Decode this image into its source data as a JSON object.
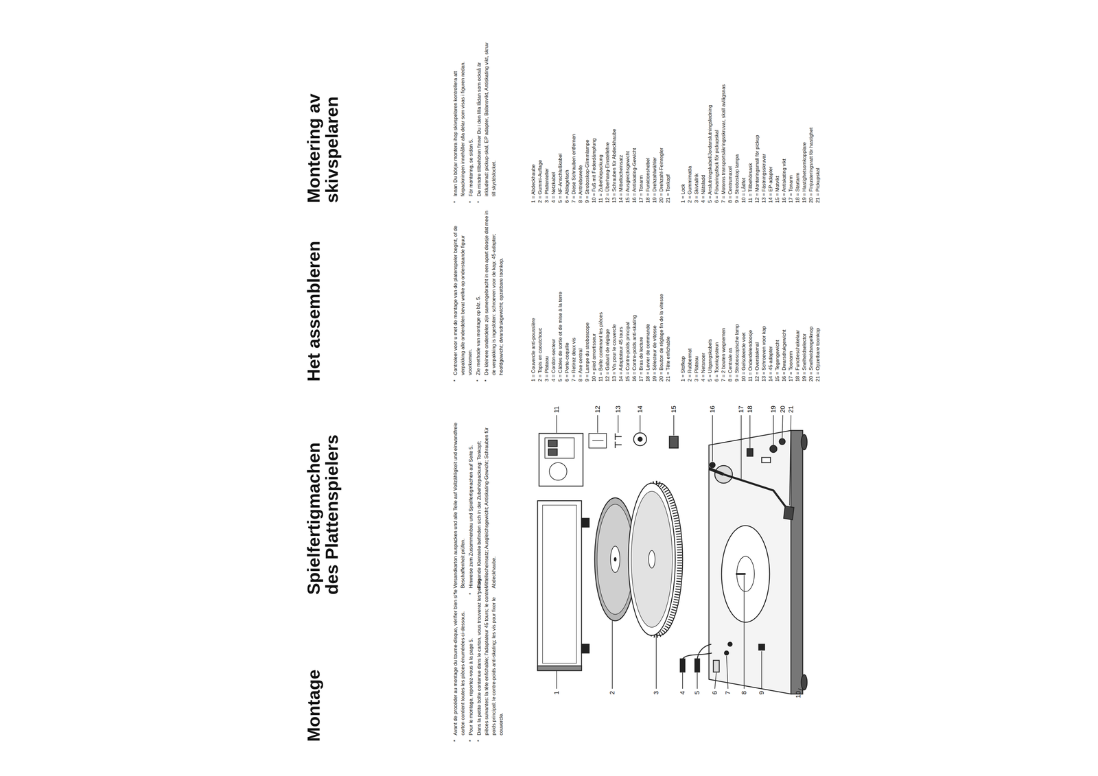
{
  "diagram": {
    "labels": [
      "Montage",
      "*",
      "Avant de procéder au montage du tourne-disque, vérifier bien si le carton contient toutes les pièces énumérées ci-dessous.",
      "*",
      "Pour le montage, reportez-vous à la page 5.",
      "*",
      "Dans la petite boîte contenue dans le carton, vous trouverez les petites pièces suivantes: la tête enfichable; l'adaptateur 45 tours; le contre-poids principal; le contre-poids anti-skating; les vis pour fixer le couvercle.",
      "Spielfertigmachen des Plattenspielers",
      "*",
      "Versandkarton auspacken und alle Teile auf Vollzähligkeit und einwandfreie Beschaffenheit prüfen.",
      "*",
      "Hinweise zum Zusammenbau und Spielfertigmachen auf Seite 5.",
      "*",
      "Folgende Kleinteile befinden sich in der Zubehörpackung: Tonkopf; Mittellocheinsatz; Ausgleichsgewicht; Antiskating-Gewicht; Schrauben für Abdeckhaube.",
      "Het assembleren",
      "*",
      "Controleer voor u met de montage van de platenspeler begint, of de verpakking alle onderdelen bevat welke op onderstaande figuur voorkomen.",
      "*",
      "Zie methode van montage op blz. 5.",
      "*",
      "De kleinere onderdelen zijn samengebracht in een apart doosje dat mee in de verpakking is ingesloten: schroeven voor de kap; 45-adapter; hoofdgewicht; dwarsdrukgewicht; opzetbare toonkop.",
      "Montering av skivspelaren",
      "*",
      "Innan Du börjar montera ihop skivspelaren kontrollera att förpackningen innehåller alla delar som visas i figuren nedan.",
      "*",
      "För montering, se sidan 5.",
      "*",
      "De mindre tillbehören finner Du i den lilla lådan som också är inkluderad: pickup-skal, EP adapter, Balansvikt, Antiskating vikt, skruv till skyddslocket.",
      "1 = Couvercle anti-poussière",
      "2 = Tapis en caoutchouc",
      "3 = Plateau",
      "4 = Cordon-secteur",
      "5 = Câbles de sortie et de mise à la terre",
      "6 = Porte-coquille",
      "7 = Retirez deux vis",
      "8 = Axe central",
      "9 = Lampe du stroboscope",
      "10 = pied amortisseur",
      "11 = Boîte contenant les pièces",
      "12 = Gabarit de réglage",
      "13 = Vis pour le couvercle",
      "14 = Adaptateur 45 tours",
      "15 = Contre-poids principal",
      "16 = Contre-poids anti-skating",
      "17 = Bras de lecture",
      "18 = Levier de commande",
      "19 = Sélecteur de vitesse",
      "20 = Bouton de réglage fin de la vitesse",
      "21 = Tête enfichable",
      "1 = Stofkap",
      "2 = Rubbermat",
      "3 = Plateau",
      "4 = Netsnoer",
      "5 = Uitgangskabels",
      "6 = Toonkopsteun",
      "7 = 2 bouten wegnemen",
      "8 = Centrale as",
      "9 = Stroboscopische lamp",
      "10 = Geïsoleerde voet",
      "11 = Onderdelendoosje",
      "12 = Overstekmal",
      "13 = Schroeven voor kap",
      "14 = 45-adapter",
      "15 = Tegengewicht",
      "16 = Dwarsdrukgewicht",
      "17 = Toonarm",
      "18 = Functieschakelaar",
      "19 = Snelheidselector",
      "20 = Snelheidsregelknop",
      "21 = Opzetbare toonkop",
      "1 = Abdeckhaube",
      "2 = Gummi-Auflage",
      "3 = Plattenteller",
      "4 = Netzkabel",
      "5 = NF-Anschlußkabel",
      "6 = Ablagefach",
      "7 = Diese Schrauben entfernen",
      "8 = Antriebswelle",
      "9 = Stroboskop-Glimmlampe",
      "10 = Fuß mit Federdämpfung",
      "11 = Zubehörpackung",
      "12 = Überhang-Einstellehre",
      "13 = Schrauben für Abdeckhaube",
      "14 = Mittellocheinsatz",
      "15 = Ausgleichsgewicht",
      "16 = Antiskating-Gewicht",
      "17 = Tonarm",
      "18 = Funktionshebel",
      "19 = Drehzahlwähler",
      "20 = Drehzahl-Feinregler",
      "21 = Tonkopf",
      "1 = Lock",
      "2 = Gummimatta",
      "3 = Skivtallrik",
      "4 = Nätsladd",
      "5 = Anslutningskabel/Jordanslutningsledning",
      "6 = Förvaringsfack för pickupskal",
      "7 = Motorns transportsäkringsskruvar, skall avlägsnas",
      "8 = Centrumaxel",
      "9 = Stroboskop lampa",
      "10 = Lådfot",
      "11 = Tillbehörsask",
      "12 = Monteringsmall för pickup",
      "13 = Fästningsskruvar",
      "14 = EP-adapter",
      "15 = Motvikt",
      "16 = Antiskating vikt",
      "17 = Tonarm",
      "18 = Startarm",
      "19 = Hastighetsomkopplare",
      "20 = Finjusteringsratt för hastighet",
      "21 = Pickupskal",
      "1",
      "2",
      "3",
      "4",
      "5",
      "6",
      "7",
      "8",
      "9",
      "10",
      "11",
      "12",
      "13",
      "14",
      "15",
      "16",
      "17",
      "18",
      "19",
      "20",
      "21"
    ]
  }
}
